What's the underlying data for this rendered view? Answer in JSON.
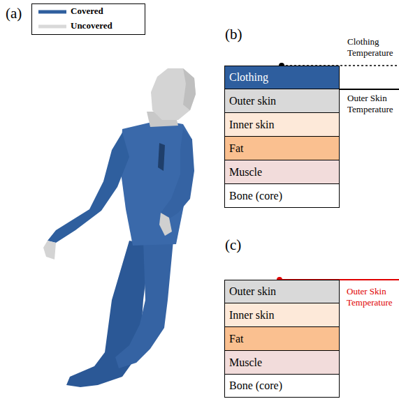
{
  "diagram": {
    "nodes": [
      {
        "text": [
          "Clothing"
        ]
      },
      {
        "text": [
          "Outer skin"
        ]
      },
      {
        "text": [
          "Inner skin"
        ]
      },
      {
        "text": [
          "Fat"
        ]
      },
      {
        "text": [
          "Muscle"
        ]
      },
      {
        "text": [
          "Bone (core)"
        ]
      },
      {
        "text": [
          "Outer skin"
        ]
      },
      {
        "text": [
          "Inner skin"
        ]
      },
      {
        "text": [
          "Fat"
        ]
      },
      {
        "text": [
          "Muscle"
        ]
      },
      {
        "text": [
          "Bone (core)"
        ]
      }
    ],
    "labels": [
      "(a)",
      "(b)",
      "Clothing Temperature",
      "Outer Skin Temperature",
      "(c)",
      "Outer Skin Temperature"
    ],
    "legend": [
      {
        "text": "Covered",
        "color": "#2f5f9e"
      },
      {
        "text": "Uncovered",
        "color": "#d9d9d9"
      }
    ]
  }
}
